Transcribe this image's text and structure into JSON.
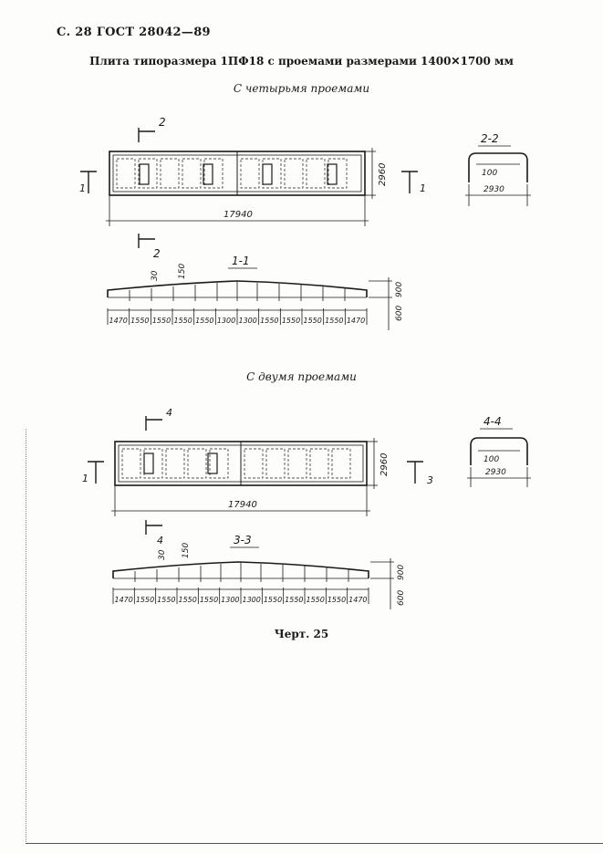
{
  "header": {
    "page": "С. 28",
    "standard": "ГОСТ 28042—89"
  },
  "title": "Плита типоразмера 1ПФ18 с проемами размерами 1400✕1700 мм",
  "variants": [
    {
      "subtitle": "С четырьмя проемами",
      "plan": {
        "length_label": "17940",
        "width_label": "2960",
        "openings": 4
      },
      "plan_section_marks": {
        "left": "1",
        "right": "1",
        "top": "2",
        "bottom": "2"
      },
      "cross_section": {
        "label": "2-2",
        "inner": "100",
        "width": "2930"
      },
      "long_section": {
        "label": "1-1",
        "annotations": [
          "30",
          "150"
        ],
        "height_total": "900",
        "height_edge": "600",
        "spans": [
          "1470",
          "1550",
          "1550",
          "1550",
          "1550",
          "1300",
          "1300",
          "1550",
          "1550",
          "1550",
          "1550",
          "1470"
        ]
      }
    },
    {
      "subtitle": "С двумя проемами",
      "plan": {
        "length_label": "17940",
        "width_label": "2960",
        "openings": 2
      },
      "plan_section_marks": {
        "left": "1",
        "right": "3",
        "top": "4",
        "bottom": "4"
      },
      "cross_section": {
        "label": "4-4",
        "inner": "100",
        "width": "2930"
      },
      "long_section": {
        "label": "3-3",
        "annotations": [
          "30",
          "150"
        ],
        "height_total": "900",
        "height_edge": "600",
        "spans": [
          "1470",
          "1550",
          "1550",
          "1550",
          "1550",
          "1300",
          "1300",
          "1550",
          "1550",
          "1550",
          "1550",
          "1470"
        ]
      }
    }
  ],
  "caption": "Черт. 25"
}
